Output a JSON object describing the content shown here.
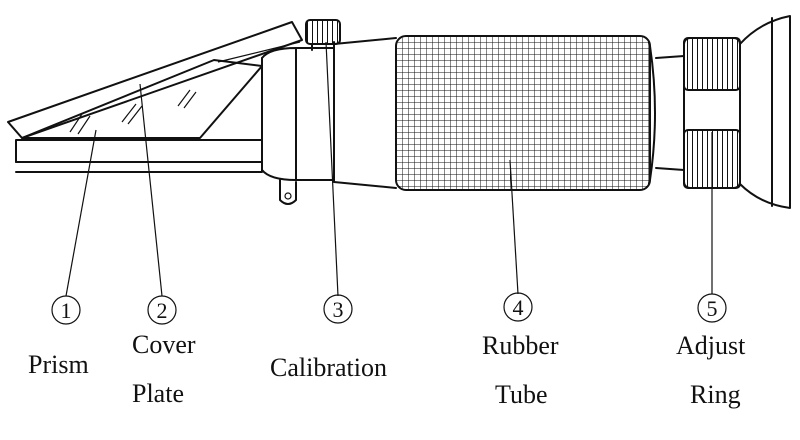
{
  "diagram": {
    "parts": [
      {
        "number": "1",
        "label_lines": [
          "Prism"
        ]
      },
      {
        "number": "2",
        "label_lines": [
          "Cover",
          "Plate"
        ]
      },
      {
        "number": "3",
        "label_lines": [
          "Calibration"
        ]
      },
      {
        "number": "4",
        "label_lines": [
          "Rubber",
          "Tube"
        ]
      },
      {
        "number": "5",
        "label_lines": [
          "Adjust",
          "Ring"
        ]
      }
    ]
  }
}
